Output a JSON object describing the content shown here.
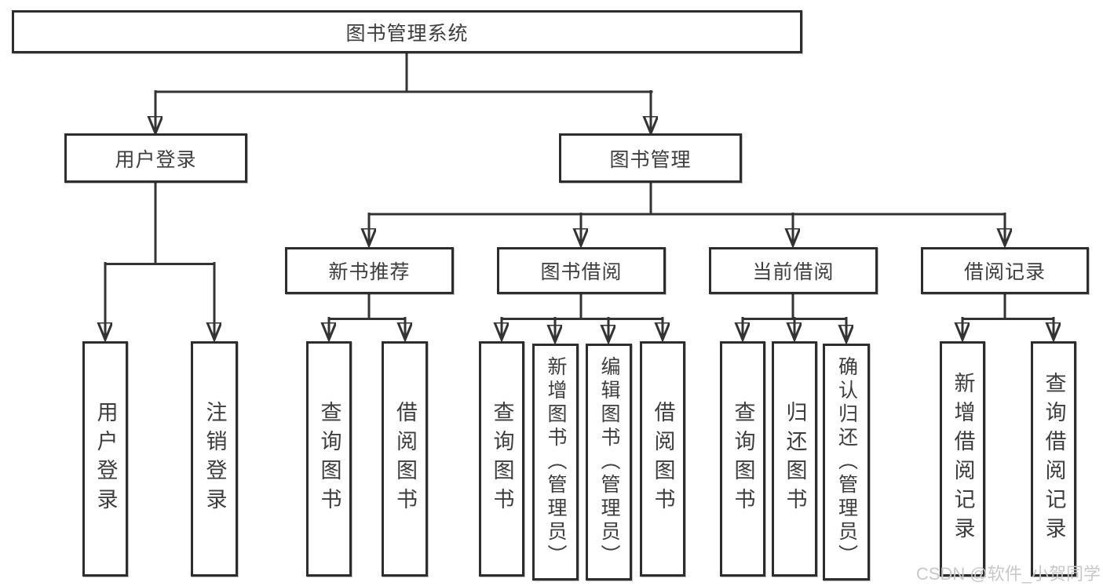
{
  "root": "图书管理系统",
  "level2": [
    "用户登录",
    "图书管理"
  ],
  "level3": [
    "新书推荐",
    "图书借阅",
    "当前借阅",
    "借阅记录"
  ],
  "leaves": {
    "user": [
      "用户登录",
      "注销登录"
    ],
    "recommend": [
      "查询图书",
      "借阅图书"
    ],
    "borrow": [
      "查询图书",
      "新增图书（管理员）",
      "编辑图书（管理员）",
      "借阅图书"
    ],
    "current": [
      "查询图书",
      "归还图书",
      "确认归还（管理员）"
    ],
    "records": [
      "新增借阅记录",
      "查询借阅记录"
    ]
  },
  "watermark": "CSDN @软件_小贺同学",
  "colors": {
    "line": "#333333",
    "box_border": "#2d2d2d",
    "text": "#3d3d3d",
    "watermark": "#c8c8c8",
    "background": "#ffffff"
  }
}
